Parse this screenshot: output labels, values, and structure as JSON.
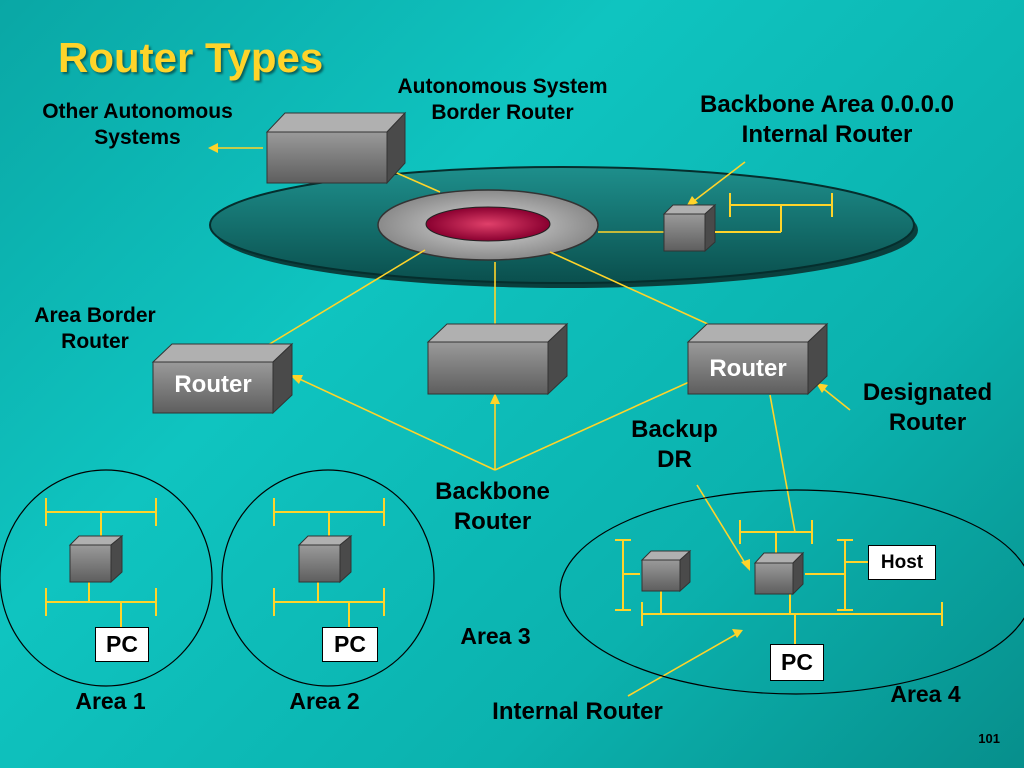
{
  "title": "Router Types",
  "labels": {
    "other_as": "Other Autonomous\nSystems",
    "asbr": "Autonomous System\nBorder Router",
    "backbone_internal": "Backbone Area 0.0.0.0\nInternal Router",
    "abr": "Area Border\nRouter",
    "designated": "Designated\nRouter",
    "backup_dr": "Backup\nDR",
    "backbone_router": "Backbone\nRouter",
    "internal_router": "Internal Router"
  },
  "areas": {
    "area1": "Area 1",
    "area2": "Area 2",
    "area3": "Area 3",
    "area4": "Area 4"
  },
  "router_text": "Router",
  "pc_text": "PC",
  "host_text": "Host",
  "page_number": "101",
  "colors": {
    "title": "#ffd42a",
    "background": "#0fc4c0",
    "connector": "#ffd42a",
    "router_face": "#7a7a7a",
    "core": "#b4003c"
  }
}
